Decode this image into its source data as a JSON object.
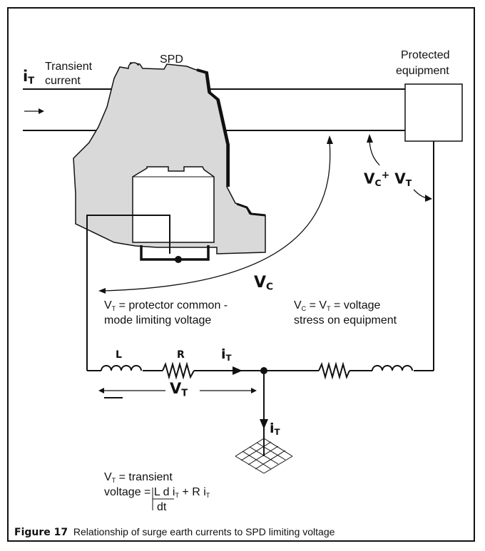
{
  "labels": {
    "transient": "Transient",
    "current": "current",
    "spd": "SPD",
    "protected": "Protected",
    "equipment": "equipment",
    "vc_vt": "V",
    "vc": "V",
    "vt": "V",
    "l": "L",
    "r": "R",
    "it": "i",
    "sub_t": "T",
    "sub_c": "C",
    "plus": "+"
  },
  "notes": {
    "protector_line1_a": "V",
    "protector_line1_b": " = protector common -",
    "protector_line2": "mode limiting voltage",
    "stress_line1_a": "V",
    "stress_line1_b": " = V",
    "stress_line1_c": " = voltage",
    "stress_line2": "stress on equipment",
    "transient_line1_a": "V",
    "transient_line1_b": " = transient",
    "transient_line2_a": "voltage = L ",
    "transient_line2_d": "d",
    "transient_line2_b": " i",
    "transient_line2_c": " + R i",
    "transient_line3": "dt"
  },
  "caption": {
    "figure": "Figure 17",
    "text": "Relationship of surge earth currents to SPD limiting voltage"
  },
  "colors": {
    "spd_fill": "#d9d9d9",
    "line": "#111111",
    "background": "#ffffff"
  }
}
